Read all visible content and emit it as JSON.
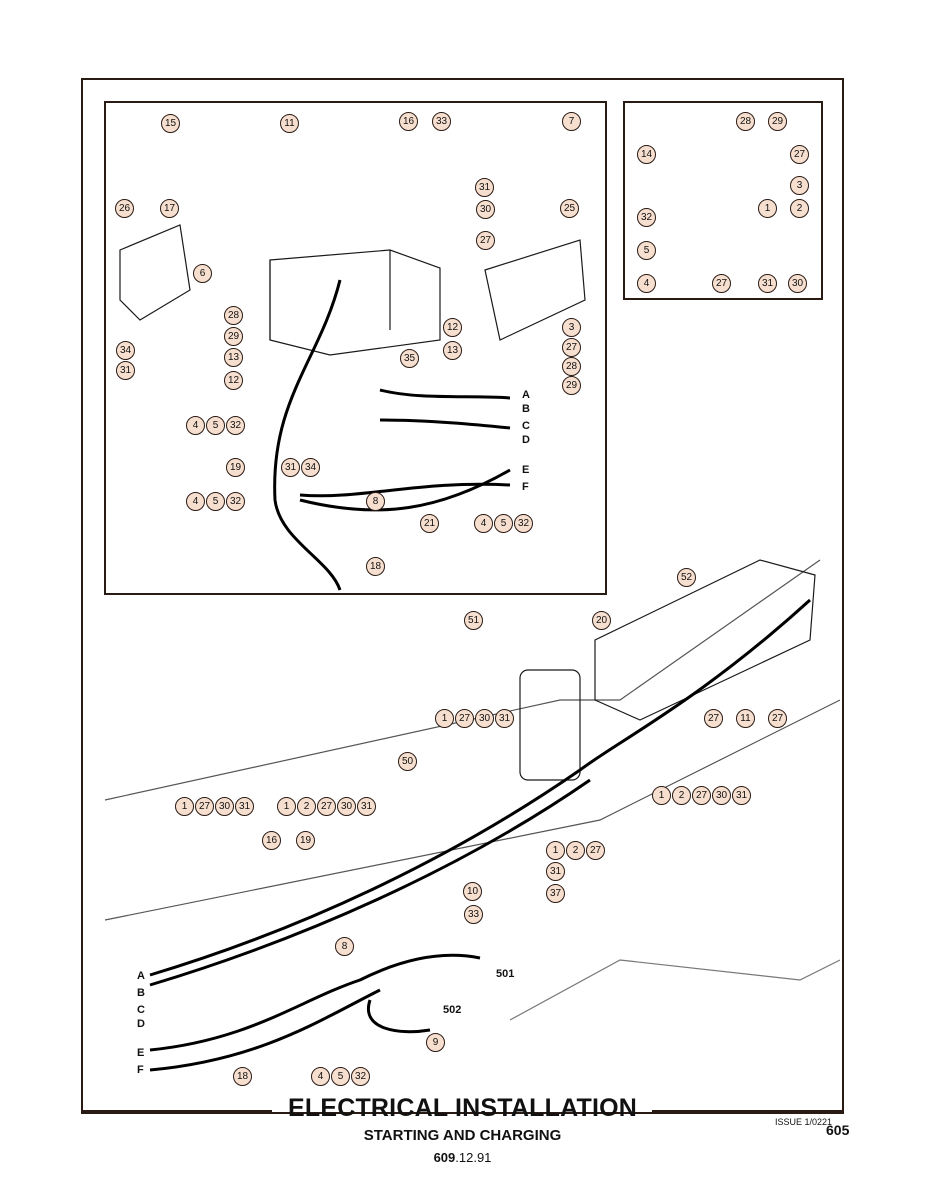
{
  "title": "ELECTRICAL INSTALLATION",
  "subtitle": "STARTING AND CHARGING",
  "doc_number_prefix": "609",
  "doc_number_suffix": ".12.91",
  "issue": "ISSUE 1/0221",
  "page": "605",
  "connector_letters": [
    "A",
    "B",
    "C",
    "D",
    "E",
    "F"
  ],
  "destination_codes": [
    "501",
    "502"
  ],
  "callouts": [
    "15",
    "11",
    "16",
    "33",
    "7",
    "31",
    "26",
    "17",
    "30",
    "25",
    "6",
    "27",
    "28",
    "29",
    "12",
    "13",
    "34",
    "35",
    "3",
    "4",
    "5",
    "32",
    "19",
    "8",
    "21",
    "18",
    "14",
    "1",
    "2",
    "52",
    "51",
    "20",
    "50",
    "10",
    "9",
    "37"
  ]
}
